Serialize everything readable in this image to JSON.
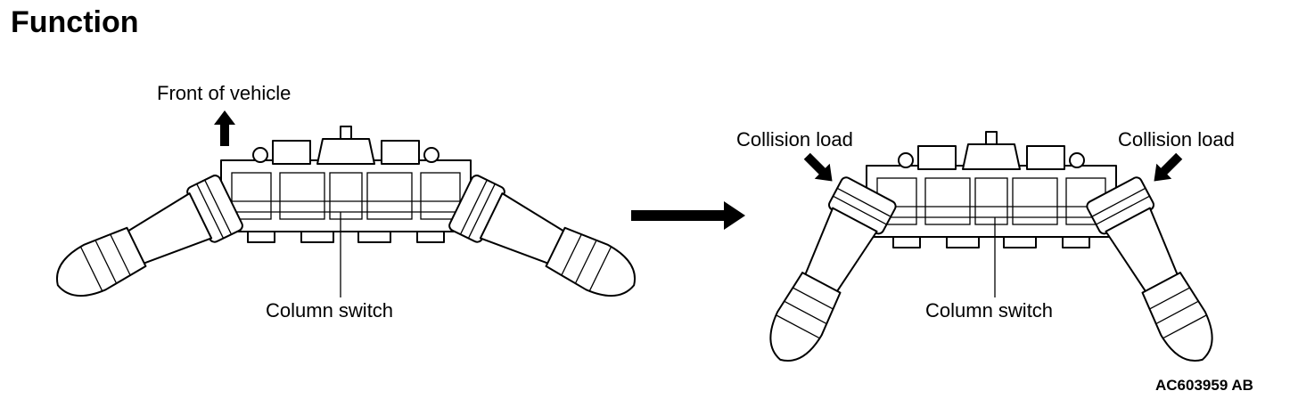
{
  "title": "Function",
  "labels": {
    "front_of_vehicle": "Front of vehicle",
    "column_switch_before": "Column switch",
    "column_switch_after": "Column switch",
    "collision_load_left": "Collision load",
    "collision_load_right": "Collision load",
    "figure_code": "AC603959 AB"
  },
  "colors": {
    "line": "#000000",
    "background": "#ffffff"
  }
}
